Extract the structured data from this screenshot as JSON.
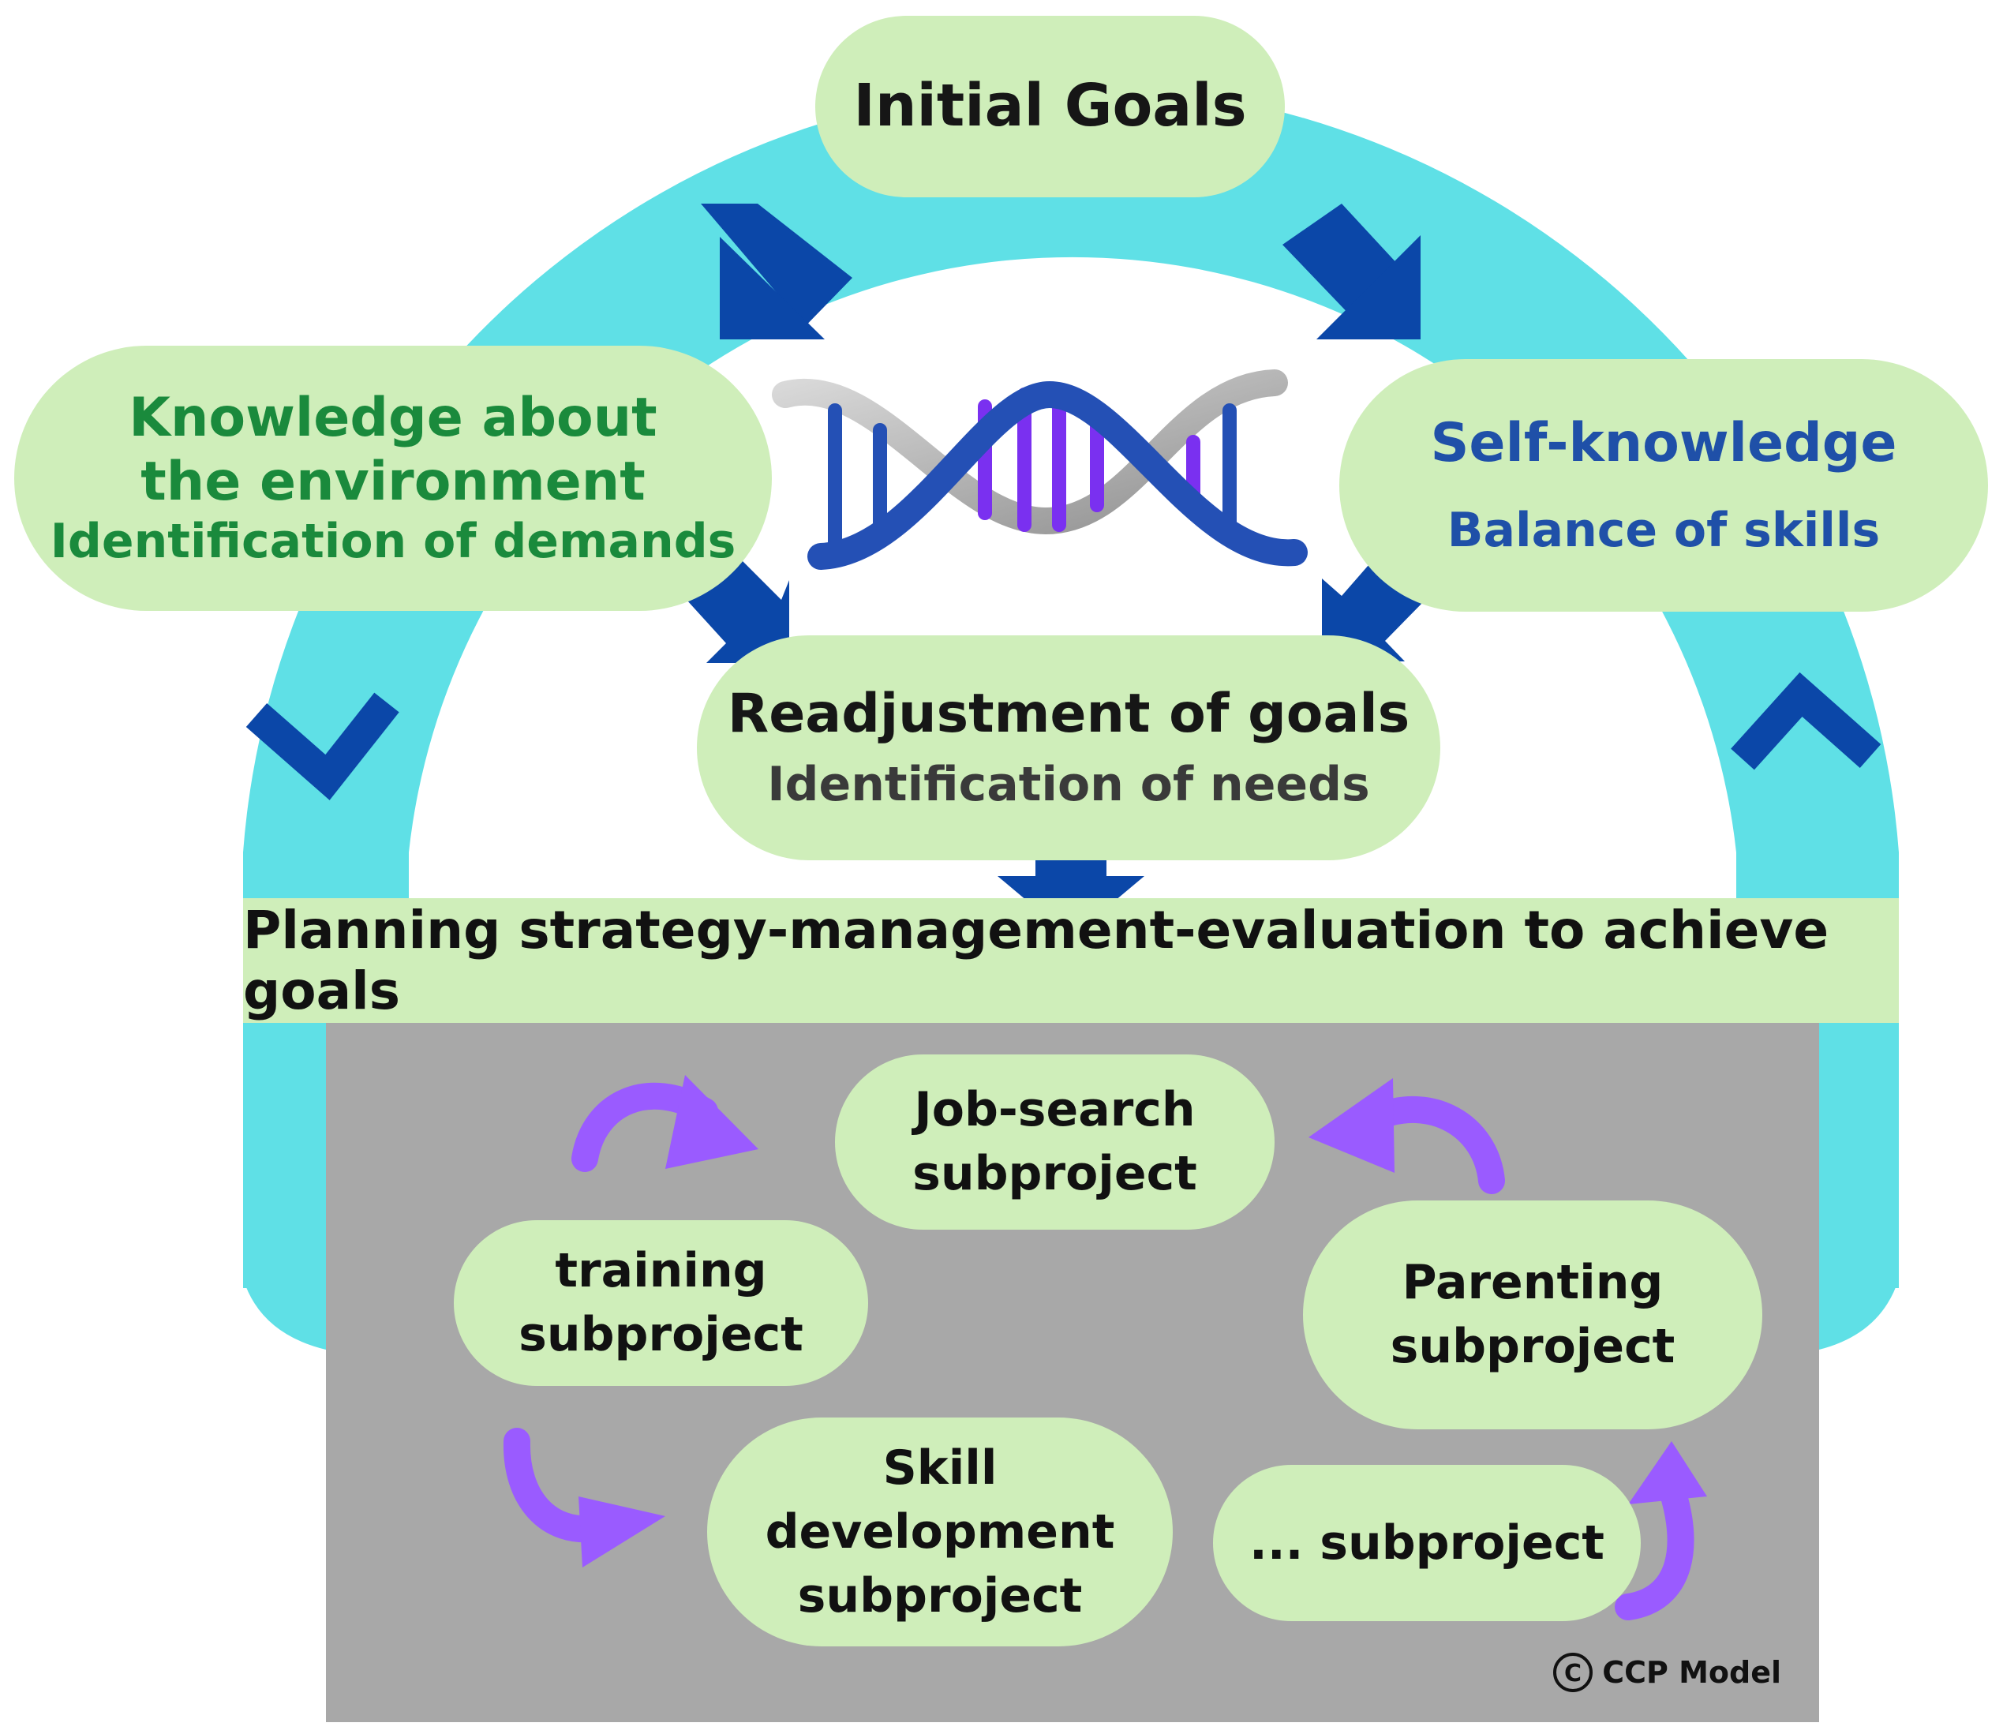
{
  "nodes": {
    "initial_goals": "Initial Goals",
    "environment": {
      "title_line1": "Knowledge about",
      "title_line2": "the environment",
      "subtitle": "Identification of demands"
    },
    "self_knowledge": {
      "title": "Self-knowledge",
      "subtitle": "Balance of skills"
    },
    "readjustment": {
      "title": "Readjustment of goals",
      "subtitle": "Identification of needs"
    },
    "planning": "Planning strategy-management-evaluation to achieve goals"
  },
  "subprojects": {
    "job_search": [
      "Job-search",
      "subproject"
    ],
    "training": [
      "training",
      "subproject"
    ],
    "parenting": [
      "Parenting",
      "subproject"
    ],
    "skill_development": [
      "Skill development",
      "subproject"
    ],
    "other": [
      "... subproject"
    ]
  },
  "copyright": {
    "symbol": "©",
    "label": "CCP Model"
  },
  "icons": [
    "dna-icon",
    "arrow-down-left-icon",
    "arrow-down-right-icon",
    "arrow-down-icon",
    "chevron-down-icon",
    "chevron-up-icon",
    "curved-arrow-icon"
  ],
  "colors": {
    "ring": "#5fe0e6",
    "pill": "#cfeeba",
    "arrow": "#0b47a8",
    "curved_arrow": "#9a5bff",
    "panel": "#a8a8a8",
    "environment_text": "#1a8a3c",
    "self_text": "#1f50a8"
  }
}
